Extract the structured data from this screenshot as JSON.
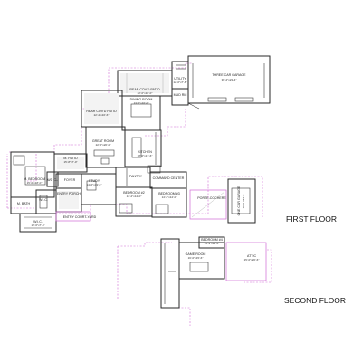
{
  "floors": {
    "first": "FIRST FLOOR",
    "second": "SECOND FLOOR"
  },
  "rooms": {
    "three_car_garage": {
      "name": "THREE CAR GARAGE",
      "dims": "36'-2\"x23'-4\""
    },
    "rear_covd_patio_top": {
      "name": "REAR COV'D PATIO",
      "dims": "22'-0\"x16'-0\""
    },
    "mud_rm": {
      "name": "MUD RM",
      "dims": ""
    },
    "utility": {
      "name": "UTILITY",
      "dims": "12'-0\"x7'-8\""
    },
    "dining_room": {
      "name": "DINING ROOM",
      "dims": "13'-0\"x16'-0\""
    },
    "rear_covd_patio_left": {
      "name": "REAR COV'D PATIO",
      "dims": "22'-2\"x16'-6\""
    },
    "great_room": {
      "name": "GREAT ROOM",
      "dims": "22'-0\"x20'-0\""
    },
    "kitchen": {
      "name": "KITCHEN",
      "dims": "18'-0\"x17'-6\""
    },
    "m_patio": {
      "name": "M. PATIO",
      "dims": "15'-8\"x7'-0\""
    },
    "m_bedroom": {
      "name": "M. BEDROOM",
      "dims": "15'-0\"x18'-0\""
    },
    "foyer": {
      "name": "FOYER",
      "dims": ""
    },
    "study": {
      "name": "STUDY",
      "dims": "14'-0\"x13'-6\""
    },
    "wd_cl": {
      "name": "WD CL",
      "dims": ""
    },
    "pantry": {
      "name": "PANTRY",
      "dims": ""
    },
    "command_center": {
      "name": "COMMAND CENTER",
      "dims": ""
    },
    "bedroom2": {
      "name": "BEDROOM #2",
      "dims": "14'-2\"x14'-0\""
    },
    "bedroom3": {
      "name": "BEDROOM #3",
      "dims": "14'-2\"x14'-0\""
    },
    "porte_cochere": {
      "name": "PORTE-COCHERE",
      "dims": ""
    },
    "one_car_garage": {
      "name": "ONE CAR GARAGE",
      "dims": "12'-0\"x23'-4\""
    },
    "entry_porch": {
      "name": "ENTRY PORCH",
      "dims": ""
    },
    "wic_mid": {
      "name": "W.I.C.",
      "dims": ""
    },
    "m_bath": {
      "name": "M. BATH",
      "dims": ""
    },
    "wic_bottom": {
      "name": "W.I.C.",
      "dims": "12'-6\"x7'-6\""
    },
    "entry_court_yard": {
      "name": "ENTRY COURT-YARD",
      "dims": ""
    },
    "bedroom4": {
      "name": "BEDROOM #4",
      "dims": "14'-9\"x13'-6\""
    },
    "game_room": {
      "name": "GAME ROOM",
      "dims": "16'-0\"x15'-6\""
    },
    "attic": {
      "name": "ATTIC",
      "dims": "15'-0\"x20'-6\""
    }
  },
  "colors": {
    "wall": "#2a2a2a",
    "roofline": "#d06ad6",
    "background": "#ffffff"
  }
}
